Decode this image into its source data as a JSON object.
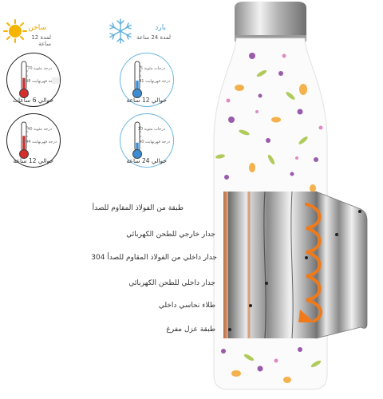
{
  "header": {
    "hot": {
      "title": "ساخن",
      "subtitle": "لمدة 12 ساعة"
    },
    "cold": {
      "title": "بارد",
      "subtitle": "لمدة 24 ساعة"
    }
  },
  "gauges": [
    {
      "id": "hot-6h",
      "type": "hot",
      "top": "70 درجة مئوية",
      "bottom": "158 درجة فهرنهايت",
      "time": "حوالي 6 ساعات",
      "level": 0.45
    },
    {
      "id": "cold-12h",
      "type": "cold",
      "top": "5 درجات مئوية",
      "bottom": "41 درجة فهرنهايت",
      "time": "حوالي 12 ساعة",
      "level": 0.35
    },
    {
      "id": "hot-12h",
      "type": "hot",
      "top": "40 درجة مئوية",
      "bottom": "104 درجة فهرنهايت",
      "time": "حوالي 12 ساعة",
      "level": 0.55
    },
    {
      "id": "cold-24h",
      "type": "cold",
      "top": "10 درجات مئوية",
      "bottom": "50 درجة فهرنهايت",
      "time": "حوالي 24 ساعة",
      "level": 0.3
    }
  ],
  "layers": [
    "طبقة من الفولاذ المقاوم للصدأ",
    "جدار خارجي للطحن الكهربائي",
    "جدار داخلي من الفولاذ المقاوم للصدأ 304",
    "جدار داخلي للطحن الكهربائي",
    "طلاء نحاسي داخلي",
    "طبقة عزل مفرغ"
  ],
  "colors": {
    "hot_accent": "#e8a100",
    "cold_accent": "#4a9fd8",
    "thermo_hot": "#d62d2d",
    "thermo_cold": "#3b8ed4",
    "heat_arrow": "#f07a1a"
  },
  "icons": {
    "hot": "sun-icon",
    "cold": "snowflake-icon"
  }
}
